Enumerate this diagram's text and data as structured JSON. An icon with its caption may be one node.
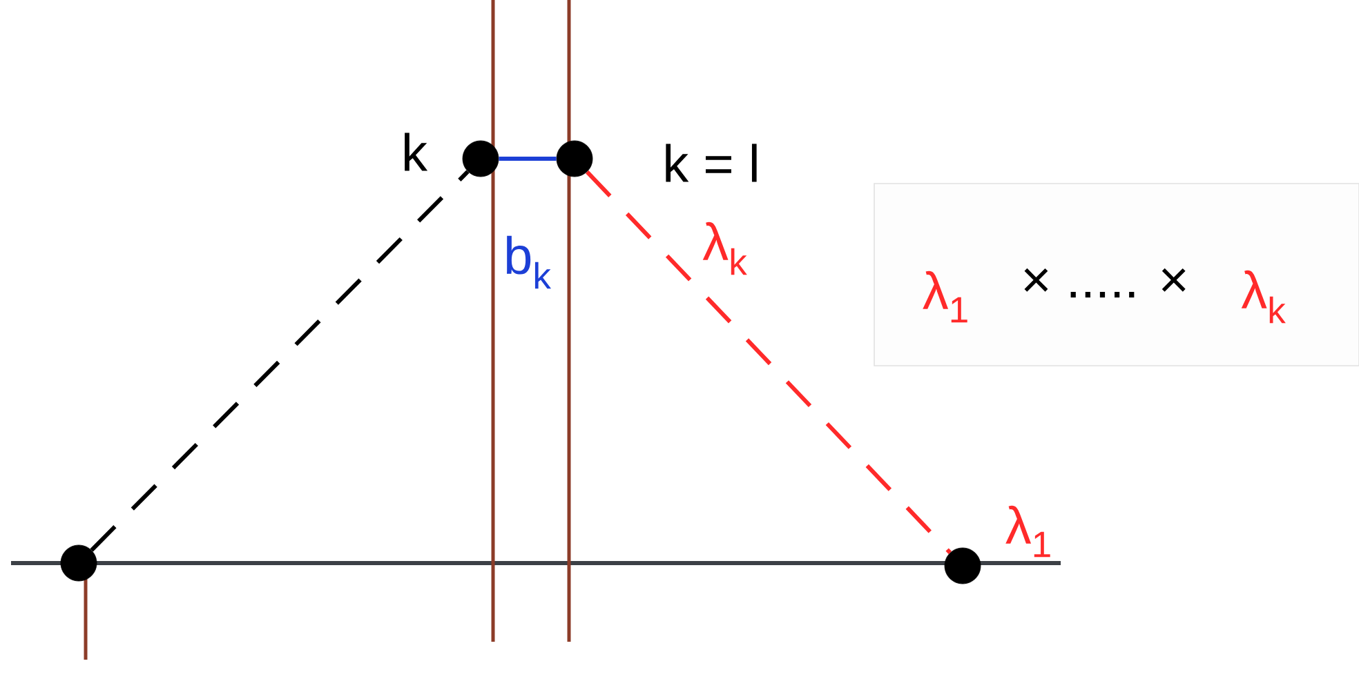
{
  "diagram": {
    "nodes": [
      {
        "text": [],
        "shape": "circle"
      },
      {
        "text": [],
        "shape": "circle",
        "beside": [
          "k"
        ]
      },
      {
        "text": [],
        "shape": "circle",
        "beside": [
          "k = l"
        ]
      },
      {
        "text": [],
        "shape": "circle",
        "beside": [
          "λ$_{1}$"
        ]
      }
    ],
    "edges": [
      {
        "from": 0,
        "to": 1,
        "arrow": "none",
        "style": "dashed"
      },
      {
        "from": 1,
        "to": 2,
        "arrow": "none",
        "color": "#1c3fd6",
        "label": "b$_{k}$"
      },
      {
        "from": 2,
        "to": 3,
        "arrow": "none",
        "style": "dashed",
        "color": "#ff2a2a",
        "label": "λ$_{k}$"
      }
    ],
    "labels": [
      "λ$_{1}$",
      "× ..... ×",
      "λ$_{k}$"
    ]
  }
}
